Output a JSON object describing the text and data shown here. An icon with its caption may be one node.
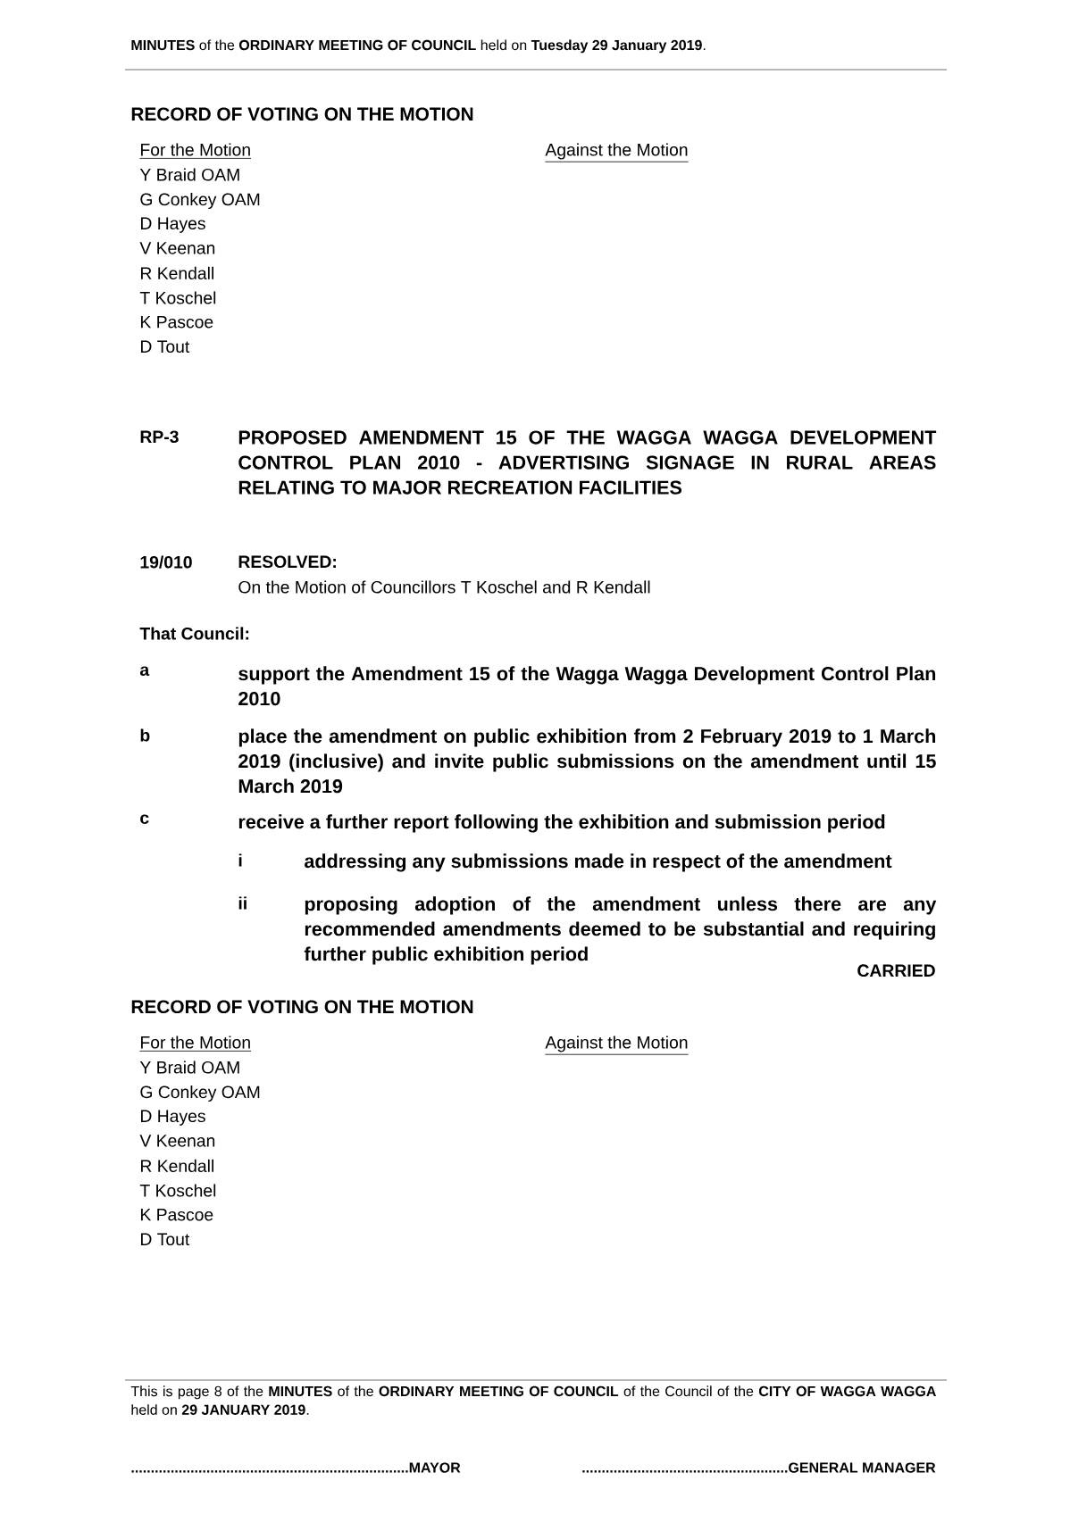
{
  "diagram": {
    "labels": [
      "**MINUTES** of the **ORDINARY MEETING OF COUNCIL** held on **Tuesday 29 January 2019**.",
      "RECORD OF VOTING ON THE MOTION",
      "For the Motion",
      "Against the Motion",
      "Y Braid OAM",
      "G Conkey OAM",
      "D Hayes",
      "V Keenan",
      "R Kendall",
      "T Koschel",
      "K Pascoe",
      "D Tout",
      "RP-3",
      "PROPOSED AMENDMENT 15 OF THE WAGGA WAGGA DEVELOPMENT CONTROL PLAN 2010 - ADVERTISING SIGNAGE IN RURAL AREAS RELATING TO MAJOR RECREATION FACILITIES",
      "19/010",
      "RESOLVED:",
      "On the Motion of Councillors T Koschel and R Kendall",
      "That Council:",
      "a",
      "support the Amendment 15 of the Wagga Wagga Development Control Plan 2010",
      "b",
      "place the amendment on public exhibition from 2 February 2019 to 1 March 2019 (inclusive) and invite public submissions on the amendment until 15 March 2019",
      "c",
      "receive a further report following the exhibition and submission period",
      "i",
      "addressing any submissions made in respect of the amendment",
      "ii",
      "proposing adoption of the amendment unless there are any recommended amendments deemed to be substantial and requiring further public exhibition period",
      "CARRIED",
      "RECORD OF VOTING ON THE MOTION",
      "For the Motion",
      "Against the Motion",
      "Y Braid OAM",
      "G Conkey OAM",
      "D Hayes",
      "V Keenan",
      "R Kendall",
      "T Koschel",
      "K Pascoe",
      "D Tout",
      "This is page 8 of the **MINUTES** of the **ORDINARY MEETING OF COUNCIL** of the Council of the **CITY OF WAGGA WAGGA** held on  **29 JANUARY 2019**.",
      "......................................................................MAYOR",
      "....................................................GENERAL MANAGER"
    ]
  }
}
